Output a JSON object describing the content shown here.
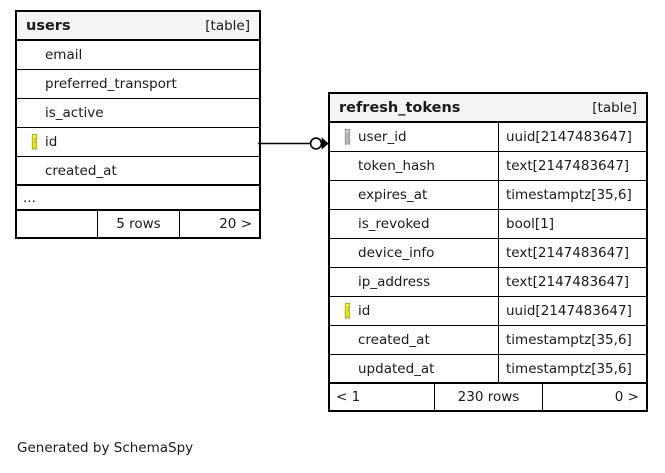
{
  "diagram": {
    "caption": "Generated by SchemaSpy",
    "table_tag": "[table]",
    "key_icons": {
      "primary": "primary-key-icon",
      "foreign": "foreign-key-icon"
    },
    "colors": {
      "primary_key": "#e8e811",
      "foreign_key": "#b0b0b0",
      "border": "#000000",
      "header_bg": "#f4f4f4",
      "background": "#ffffff"
    }
  },
  "tables": [
    {
      "name": "users",
      "tag": "[table]",
      "columns": [
        {
          "name": "email",
          "type": "",
          "key": "none"
        },
        {
          "name": "preferred_transport",
          "type": "",
          "key": "none"
        },
        {
          "name": "is_active",
          "type": "",
          "key": "none"
        },
        {
          "name": "id",
          "type": "",
          "key": "primary"
        },
        {
          "name": "created_at",
          "type": "",
          "key": "none"
        }
      ],
      "ellipsis": "...",
      "footer": {
        "left": "",
        "center": "5 rows",
        "right": "20 >"
      }
    },
    {
      "name": "refresh_tokens",
      "tag": "[table]",
      "columns": [
        {
          "name": "user_id",
          "type": "uuid[2147483647]",
          "key": "foreign"
        },
        {
          "name": "token_hash",
          "type": "text[2147483647]",
          "key": "none"
        },
        {
          "name": "expires_at",
          "type": "timestamptz[35,6]",
          "key": "none"
        },
        {
          "name": "is_revoked",
          "type": "bool[1]",
          "key": "none"
        },
        {
          "name": "device_info",
          "type": "text[2147483647]",
          "key": "none"
        },
        {
          "name": "ip_address",
          "type": "text[2147483647]",
          "key": "none"
        },
        {
          "name": "id",
          "type": "uuid[2147483647]",
          "key": "primary"
        },
        {
          "name": "created_at",
          "type": "timestamptz[35,6]",
          "key": "none"
        },
        {
          "name": "updated_at",
          "type": "timestamptz[35,6]",
          "key": "none"
        }
      ],
      "footer": {
        "left": "< 1",
        "center": "230 rows",
        "right": "0 >"
      }
    }
  ],
  "relationship": {
    "from_table": "users",
    "from_column": "id",
    "to_table": "refresh_tokens",
    "to_column": "user_id",
    "source_cardinality": "zero-or-one",
    "target_cardinality": "many"
  }
}
